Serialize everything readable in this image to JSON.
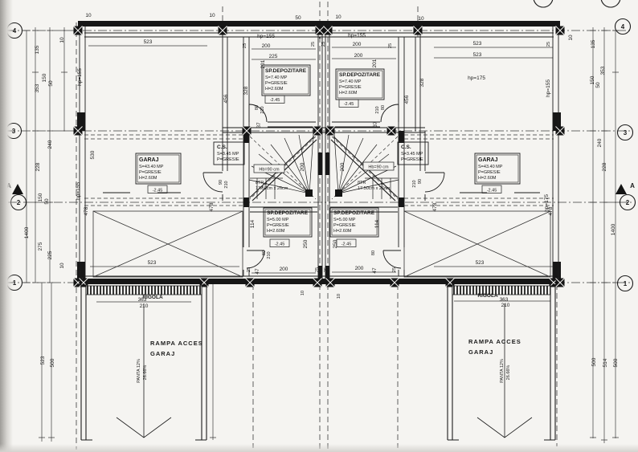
{
  "drawing": {
    "grid": {
      "left_bubbles": [
        "4",
        "3",
        "2",
        "1"
      ],
      "right_bubbles": [
        "4",
        "3",
        "2",
        "1"
      ],
      "section_marker": "A"
    },
    "rooms": {
      "dep_top": {
        "title": "SP.DEPOZITARE",
        "area": "S=7.40 MP",
        "floor": "P=GRESIE",
        "height": "H=2.60M"
      },
      "dep_bottom": {
        "title": "SP.DEPOZITARE",
        "area": "S=5.00 MP",
        "floor": "P=GRESIE",
        "height": "H=2.60M"
      },
      "garaj": {
        "title": "GARAJ",
        "area": "S=43.40 MP",
        "floor": "P=GRESIE",
        "height": "H=2.60M"
      },
      "cs": {
        "title": "C.S.",
        "area": "S=3.45 MP",
        "floor": "P=GRESIE"
      }
    },
    "stairs": {
      "balustrade": "Hb=90 cm",
      "treads": "8TR",
      "tread_size": "17.50cm x 26cm"
    },
    "ramp": {
      "rigola": "RIGOLA",
      "label_line1": "RAMPA ACCES",
      "label_line2": "GARAJ",
      "slope_line1": "PANTA 12%",
      "slope_line2": "26.66%",
      "width_top": "363",
      "width_clear": "210"
    },
    "hp": {
      "h155": "hp=155",
      "h175": "hp=175"
    },
    "d": {
      "v5": "5",
      "v10": "10",
      "v25": "25",
      "v37": "37",
      "v47": "47",
      "v50": "50",
      "v80": "80",
      "v90": "90",
      "v114": "114",
      "v135": "135",
      "v150": "150",
      "v200": "200",
      "v201": "201",
      "v210": "210",
      "v225": "225",
      "v228": "228",
      "v240": "240",
      "v250": "250",
      "v275": "275",
      "v328": "328",
      "v353": "353",
      "v363": "363",
      "v456": "456",
      "v478": "478",
      "v500": "500",
      "v514": "514",
      "v523": "523",
      "v530": "530",
      "v1400": "1400",
      "level": "-2.45"
    }
  }
}
